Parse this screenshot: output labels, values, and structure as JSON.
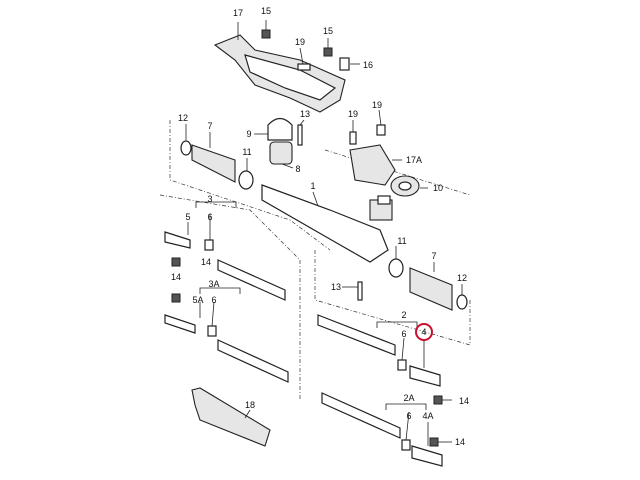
{
  "diagram": {
    "labels": {
      "l17": "17",
      "l15": "15",
      "l19a": "19",
      "l15b": "15",
      "l16": "16",
      "l12a": "12",
      "l7a": "7",
      "l9": "9",
      "l13a": "13",
      "l19b": "19",
      "l11a": "11",
      "l8": "8",
      "l17a": "17A",
      "l10": "10",
      "l1": "1",
      "l3": "3",
      "l5": "5",
      "l6a": "6",
      "l14a": "14",
      "l11b": "11",
      "l7b": "7",
      "l12b": "12",
      "l3a": "3A",
      "l13b": "13",
      "l5a": "5A",
      "l6b": "6",
      "l14b": "14",
      "l2": "2",
      "l6c": "6",
      "l4": "4",
      "l14c": "14",
      "l18": "18",
      "l2a": "2A",
      "l6d": "6",
      "l4a": "4A",
      "l14d": "14"
    },
    "highlighted_part": "4",
    "highlight_color": "#c8102e"
  }
}
